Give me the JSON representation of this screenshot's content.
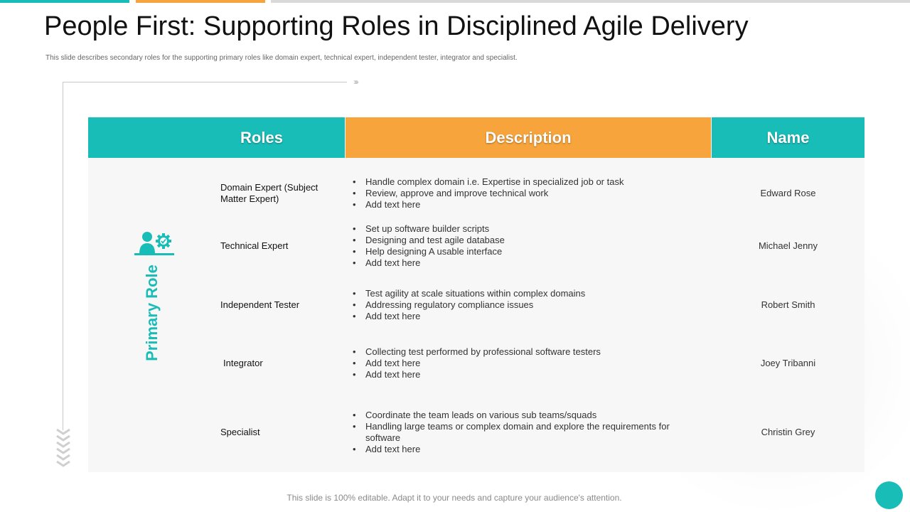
{
  "slide": {
    "title": "People First: Supporting Roles in Disciplined Agile Delivery",
    "subtitle": "This slide describes secondary roles for the supporting primary roles like domain expert, technical expert, independent tester, integrator and specialist.",
    "footer": "This slide is 100% editable. Adapt it to your needs and capture your audience's attention."
  },
  "table": {
    "headers": {
      "roles": "Roles",
      "description": "Description",
      "name": "Name"
    },
    "side_label": "Primary Role",
    "side_icon": "person-with-gear-icon",
    "rows": [
      {
        "role": "Domain Expert (Subject Matter Expert)",
        "description": [
          "Handle complex domain i.e. Expertise in specialized job or task",
          "Review,  approve  and improve  technical work",
          "Add text here"
        ],
        "name": "Edward Rose"
      },
      {
        "role": "Technical Expert",
        "description": [
          "Set up software  builder scripts",
          "Designing and test agile database",
          "Help designing A usable interface",
          "Add text here"
        ],
        "name": "Michael Jenny"
      },
      {
        "role": "Independent Tester",
        "description": [
          "Test agility at scale situations within complex domains",
          "Addressing regulatory  compliance issues",
          "Add text here"
        ],
        "name": "Robert Smith"
      },
      {
        "role": "Integrator",
        "description": [
          "Collecting test performed  by professional  software  testers",
          "Add text here",
          "Add text here"
        ],
        "name": "Joey Tribanni"
      },
      {
        "role": "Specialist",
        "description": [
          "Coordinate  the team leads on various  sub teams/squads",
          "Handling large teams or complex domain and explore the requirements for software",
          "Add text here"
        ],
        "name": "Christin Grey"
      }
    ]
  },
  "colors": {
    "teal": "#19bdb8",
    "orange": "#f8a43c",
    "gray_bar": "#d9d9d9"
  }
}
